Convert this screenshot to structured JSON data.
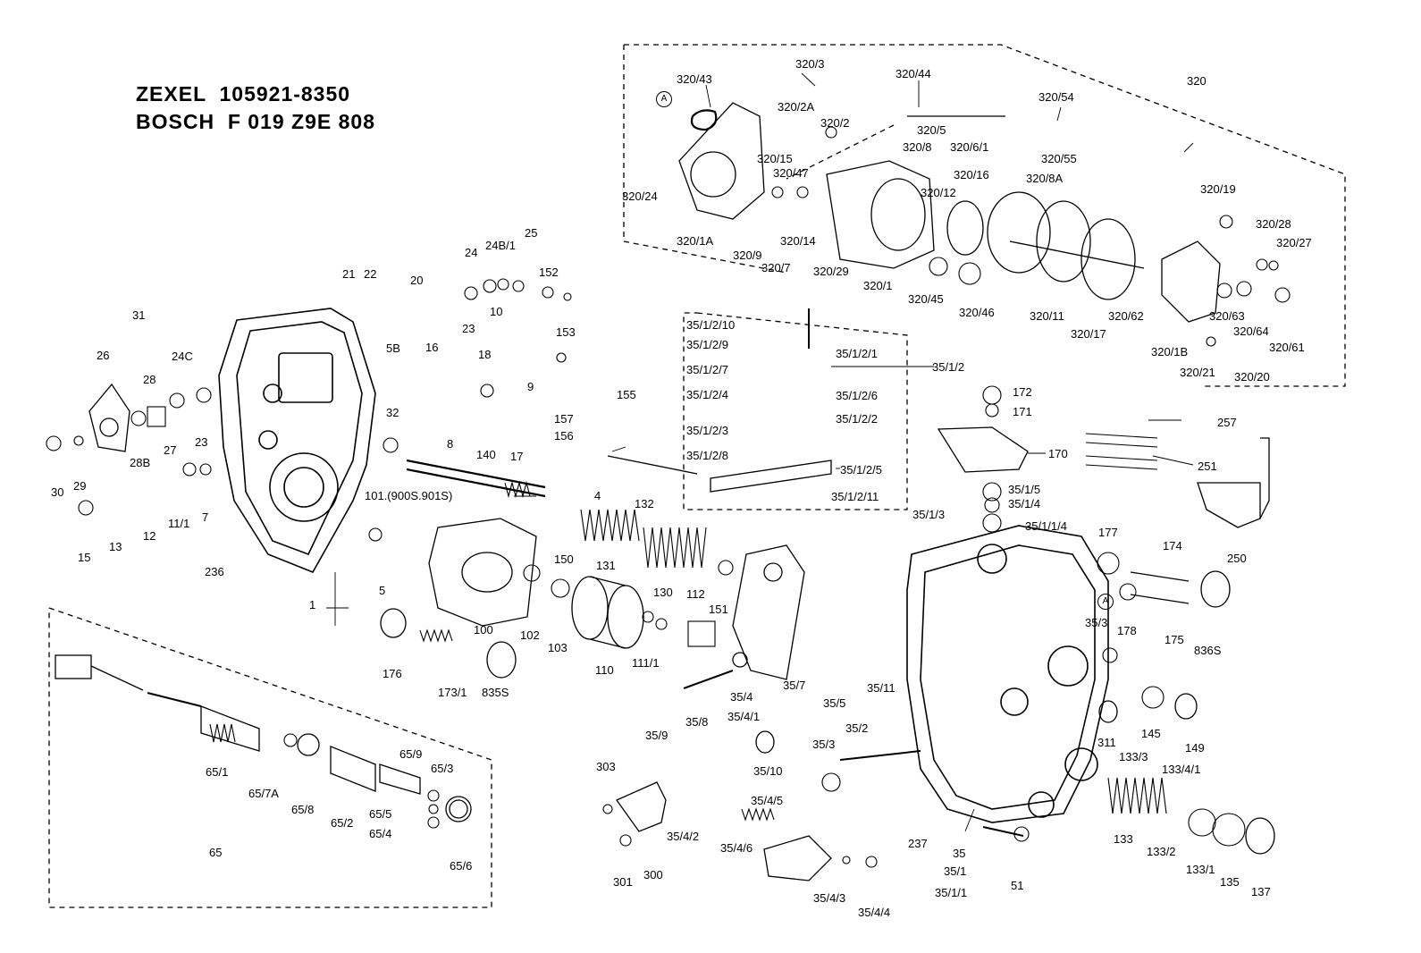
{
  "header": {
    "maker_line_1": "ZEXEL  105921-8350",
    "maker_line_2": "BOSCH  F 019 Z9E 808"
  },
  "ref_marks": [
    "A",
    "A"
  ],
  "labels": {
    "l320_3": "320/3",
    "l320_43": "320/43",
    "l320_44": "320/44",
    "l320": "320",
    "l320_2A": "320/2A",
    "l320_2": "320/2",
    "l320_5": "320/5",
    "l320_54": "320/54",
    "l320_8": "320/8",
    "l320_6_1": "320/6/1",
    "l320_55": "320/55",
    "l320_15": "320/15",
    "l320_47": "320/47",
    "l320_16": "320/16",
    "l320_8A": "320/8A",
    "l320_24": "320/24",
    "l320_12": "320/12",
    "l320_19": "320/19",
    "l320_28": "320/28",
    "l320_27": "320/27",
    "l320_1A": "320/1A",
    "l320_9": "320/9",
    "l320_14": "320/14",
    "l320_7": "320/7",
    "l320_29": "320/29",
    "l320_1": "320/1",
    "l320_45": "320/45",
    "l320_46": "320/46",
    "l320_11": "320/11",
    "l320_62": "320/62",
    "l320_17": "320/17",
    "l320_63": "320/63",
    "l320_64": "320/64",
    "l320_1B": "320/1B",
    "l320_61": "320/61",
    "l320_21": "320/21",
    "l320_20": "320/20",
    "l21": "21",
    "l22": "22",
    "l20": "20",
    "l24": "24",
    "l24B_1": "24B/1",
    "l25": "25",
    "l152": "152",
    "l10": "10",
    "l153": "153",
    "l23a": "23",
    "l31": "31",
    "l26": "26",
    "l5B": "5B",
    "l16": "16",
    "l18": "18",
    "l9": "9",
    "l28": "28",
    "l24C": "24C",
    "l30": "30",
    "l29": "29",
    "l28B": "28B",
    "l27": "27",
    "l23b": "23",
    "l32": "32",
    "l8": "8",
    "l17": "17",
    "l157": "157",
    "l156": "156",
    "l155": "155",
    "l140": "140",
    "l4": "4",
    "l132": "132",
    "l101": "101.(900S.901S)",
    "l15": "15",
    "l13": "13",
    "l12": "12",
    "l11_1": "11/1",
    "l7": "7",
    "l236": "236",
    "l5": "5",
    "l150": "150",
    "l131": "131",
    "l1": "1",
    "l100": "100",
    "l102": "102",
    "l103": "103",
    "l110": "110",
    "l130": "130",
    "l151": "151",
    "l112": "112",
    "l111_1": "111/1",
    "l176": "176",
    "l173_1": "173/1",
    "l835S": "835S",
    "l35_1_2_10": "35/1/2/10",
    "l35_1_2_9": "35/1/2/9",
    "l35_1_2_1": "35/1/2/1",
    "l35_1_2": "35/1/2",
    "l35_1_2_7": "35/1/2/7",
    "l35_1_2_4": "35/1/2/4",
    "l35_1_2_6": "35/1/2/6",
    "l35_1_2_3": "35/1/2/3",
    "l35_1_2_2": "35/1/2/2",
    "l35_1_2_8": "35/1/2/8",
    "l35_1_2_5": "35/1/2/5",
    "l35_1_2_11": "35/1/2/11",
    "l172": "172",
    "l171": "171",
    "l257": "257",
    "l170": "170",
    "l251": "251",
    "l35_1_5": "35/1/5",
    "l35_1_4": "35/1/4",
    "l35_1_3": "35/1/3",
    "l35_1_1_4": "35/1/1/4",
    "l177": "177",
    "l174": "174",
    "l250": "250",
    "l35_3a": "35/3",
    "l178": "178",
    "l175": "175",
    "l836S": "836S",
    "l35_4": "35/4",
    "l35_7": "35/7",
    "l35_5": "35/5",
    "l35_11": "35/11",
    "l35_4_1": "35/4/1",
    "l35_8": "35/8",
    "l35_9": "35/9",
    "l35_10": "35/10",
    "l35_3b": "35/3",
    "l35_2": "35/2",
    "l311": "311",
    "l145": "145",
    "l149": "149",
    "l133_3": "133/3",
    "l133_4_1": "133/4/1",
    "l303": "303",
    "l35_4_5": "35/4/5",
    "l35_4_2": "35/4/2",
    "l35_4_6": "35/4/6",
    "l301": "301",
    "l300": "300",
    "l35_4_3": "35/4/3",
    "l35_4_4": "35/4/4",
    "l237": "237",
    "l35": "35",
    "l35_1": "35/1",
    "l35_1_1": "35/1/1",
    "l51": "51",
    "l133": "133",
    "l133_2": "133/2",
    "l133_1": "133/1",
    "l135": "135",
    "l137": "137",
    "l65_1": "65/1",
    "l65_7A": "65/7A",
    "l65_8": "65/8",
    "l65_2": "65/2",
    "l65_9": "65/9",
    "l65_3": "65/3",
    "l65_5": "65/5",
    "l65_4": "65/4",
    "l65_6": "65/6",
    "l65": "65"
  }
}
